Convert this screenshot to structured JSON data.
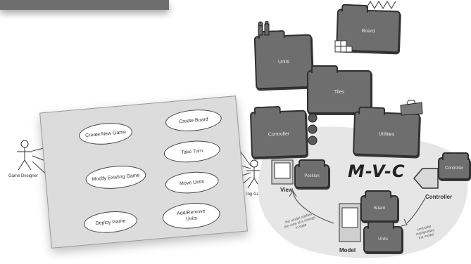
{
  "use_case_diagram": {
    "actors": {
      "left": "Game Designer",
      "right": "Ing Gamer"
    },
    "use_cases": [
      {
        "label": "Create New Game"
      },
      {
        "label": "Modify Existing Game"
      },
      {
        "label": "Deploy Game"
      },
      {
        "label": "Create Board"
      },
      {
        "label": "Take Turn"
      },
      {
        "label": "Move Units"
      },
      {
        "label": "Add/Remove\nUnits"
      }
    ]
  },
  "mvc": {
    "title": "M-V-C",
    "labels": {
      "view": "View",
      "model": "Model",
      "controller": "Controller"
    },
    "folders": {
      "units": "Units",
      "board_top": "Board",
      "tiles": "Tiles",
      "controller_folder": "Controller",
      "utilities": "Utilities",
      "position": "Position",
      "view_controller": "Controller",
      "board_model": "Board",
      "units_model": "Units"
    },
    "notes": {
      "left": "the model notifies\nthe view of a change\nin state",
      "right": "controller\nmanipulates\nthe model"
    },
    "colors": {
      "folder": "#6e6e6e",
      "blob": "#e8e8e8"
    }
  }
}
